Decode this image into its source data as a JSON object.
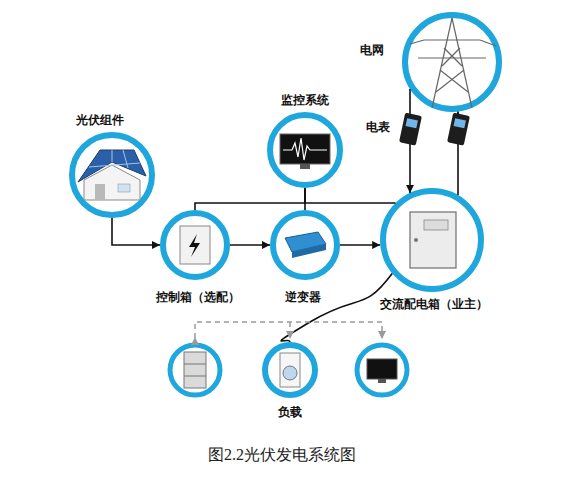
{
  "diagram": {
    "caption": "图2.2光伏发电系统图",
    "nodes": [
      {
        "text": [
          "光伏组件"
        ]
      },
      {
        "text": [
          "监控系统"
        ]
      },
      {
        "text": [
          "电网"
        ]
      },
      {
        "text": [
          "控制箱（选配）"
        ]
      },
      {
        "text": [
          "逆变器"
        ]
      },
      {
        "text": [
          "交流配电箱（业主）"
        ]
      },
      {
        "text": [
          "负载"
        ]
      }
    ],
    "edges": [
      {
        "from": 0,
        "to": 3,
        "arrow": "to"
      },
      {
        "from": 3,
        "to": 4,
        "arrow": "to"
      },
      {
        "from": 4,
        "to": 5,
        "arrow": "to"
      },
      {
        "from": 5,
        "to": 2,
        "arrow": "to"
      },
      {
        "from": 2,
        "to": 5,
        "arrow": "to"
      },
      {
        "from": 1,
        "to": 3,
        "arrow": "none"
      },
      {
        "from": 1,
        "to": 4,
        "arrow": "none"
      },
      {
        "from": 1,
        "to": 5,
        "arrow": "none"
      },
      {
        "from": 5,
        "to": 6,
        "arrow": "none"
      }
    ],
    "labels": [
      "电表"
    ]
  }
}
